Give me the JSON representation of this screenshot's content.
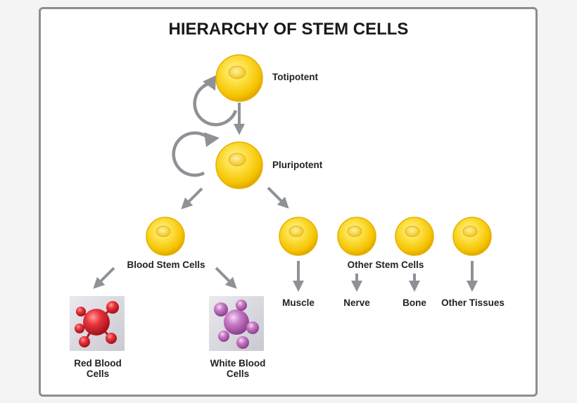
{
  "title": "HIERARCHY OF STEM CELLS",
  "labels": {
    "totipotent": "Totipotent",
    "pluripotent": "Pluripotent",
    "blood_stem_cells": "Blood Stem Cells",
    "other_stem_cells": "Other Stem Cells",
    "muscle": "Muscle",
    "nerve": "Nerve",
    "bone": "Bone",
    "other_tissues": "Other Tissues",
    "red_blood_cells": [
      "Red Blood",
      "Cells"
    ],
    "white_blood_cells": [
      "White Blood",
      "Cells"
    ]
  },
  "colors": {
    "cell_fill": "#f7c600",
    "cell_highlight": "#fff6b0",
    "cell_rim": "#e2a800",
    "arrow": "#8e9196",
    "red_cell": "#d4202a",
    "white_cell": "#b763b6",
    "frame": "#8c8c93"
  }
}
